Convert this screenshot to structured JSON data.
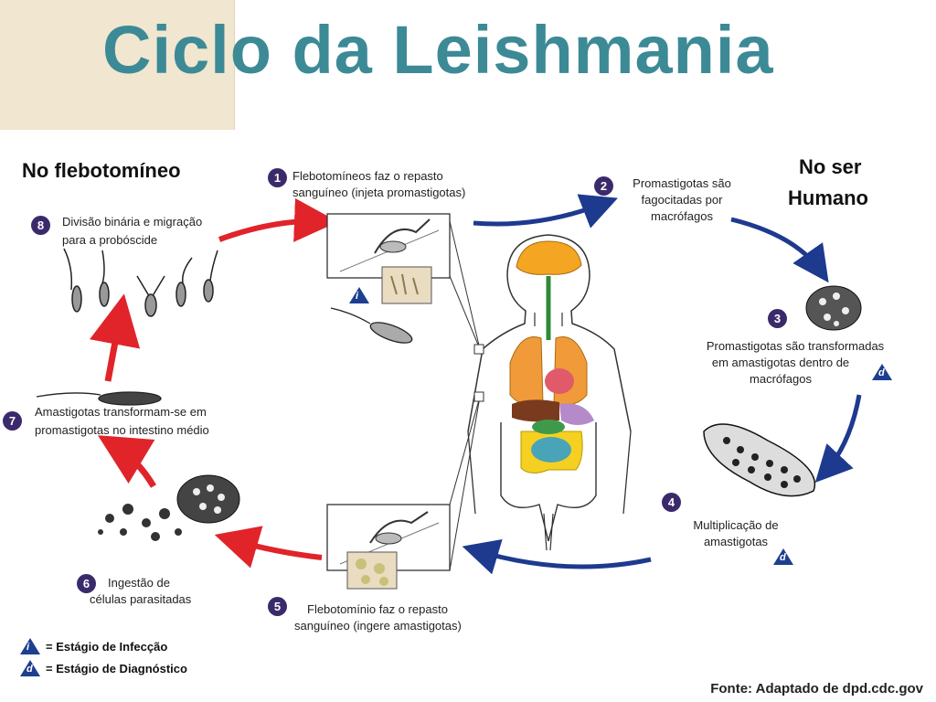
{
  "title": "Ciclo da Leishmania",
  "headers": {
    "vector": "No flebotomíneo",
    "human_line1": "No ser",
    "human_line2": "Humano"
  },
  "steps": [
    {
      "n": "1",
      "line1": "Flebotomíneos faz o repasto",
      "line2": "sanguíneo (injeta promastigotas)"
    },
    {
      "n": "2",
      "line1": "Promastigotas são",
      "line2": "fagocitadas por",
      "line3": "macrófagos"
    },
    {
      "n": "3",
      "line1": "Promastigotas são transformadas",
      "line2": "em amastigotas dentro de",
      "line3": "macrófagos"
    },
    {
      "n": "4",
      "line1": "Multiplicação de",
      "line2": "amastigotas"
    },
    {
      "n": "5",
      "line1": "Flebotomínio faz o repasto",
      "line2": "sanguíneo (ingere amastigotas)"
    },
    {
      "n": "6",
      "line1": "Ingestão de",
      "line2": "células parasitadas"
    },
    {
      "n": "7",
      "line1": "Amastigotas transformam-se em",
      "line2": "promastigotas no intestino médio"
    },
    {
      "n": "8",
      "line1": "Divisão binária e migração",
      "line2": "para a probóscide"
    }
  ],
  "markers": {
    "infection": "i",
    "diagnosis": "d"
  },
  "legend": {
    "infection": "= Estágio de Infecção",
    "diagnosis": "= Estágio de Diagnóstico"
  },
  "source": "Fonte: Adaptado de dpd.cdc.gov",
  "colors": {
    "title": "#3c8a96",
    "title_band": "#f1e6cf",
    "vector_arrows": "#e0242a",
    "human_arrows": "#1d3a8f",
    "step_badge": "#3b2a6b",
    "marker": "#1d3f8f"
  }
}
